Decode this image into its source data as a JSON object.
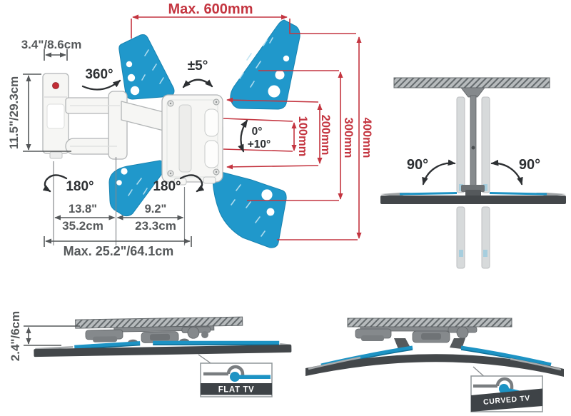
{
  "colors": {
    "accent_blue": "#2098cb",
    "dimension_red": "#c43540",
    "tv_dark": "#43474a",
    "text_gray": "#55585a",
    "text_black": "#2d3033"
  },
  "main_diagram": {
    "max_width": "Max. 600mm",
    "wall_plate_width": "3.4\"/8.6cm",
    "wall_plate_height": "11.5\"/29.3cm",
    "swivel_angle": "360°",
    "level_angle": "±5°",
    "tilt_min": "0°",
    "tilt_max": "+10°",
    "vesa_100": "100mm",
    "vesa_200": "200mm",
    "vesa_300": "300mm",
    "vesa_400": "400mm",
    "arm_rotation_left": "180°",
    "arm_rotation_right": "180°",
    "arm1_inches": "13.8\"",
    "arm1_cm": "35.2cm",
    "arm2_inches": "9.2\"",
    "arm2_cm": "23.3cm",
    "max_extension": "Max. 25.2\"/64.1cm"
  },
  "rotation_diagram": {
    "rotate_left": "90°",
    "rotate_right": "90°"
  },
  "flat_tv_diagram": {
    "profile_depth": "2.4\"/6cm",
    "badge_label": "FLAT TV",
    "badge_icon": "flat-tv-profile-icon"
  },
  "curved_tv_diagram": {
    "badge_label": "CURVED TV",
    "badge_icon": "curved-tv-profile-icon"
  }
}
